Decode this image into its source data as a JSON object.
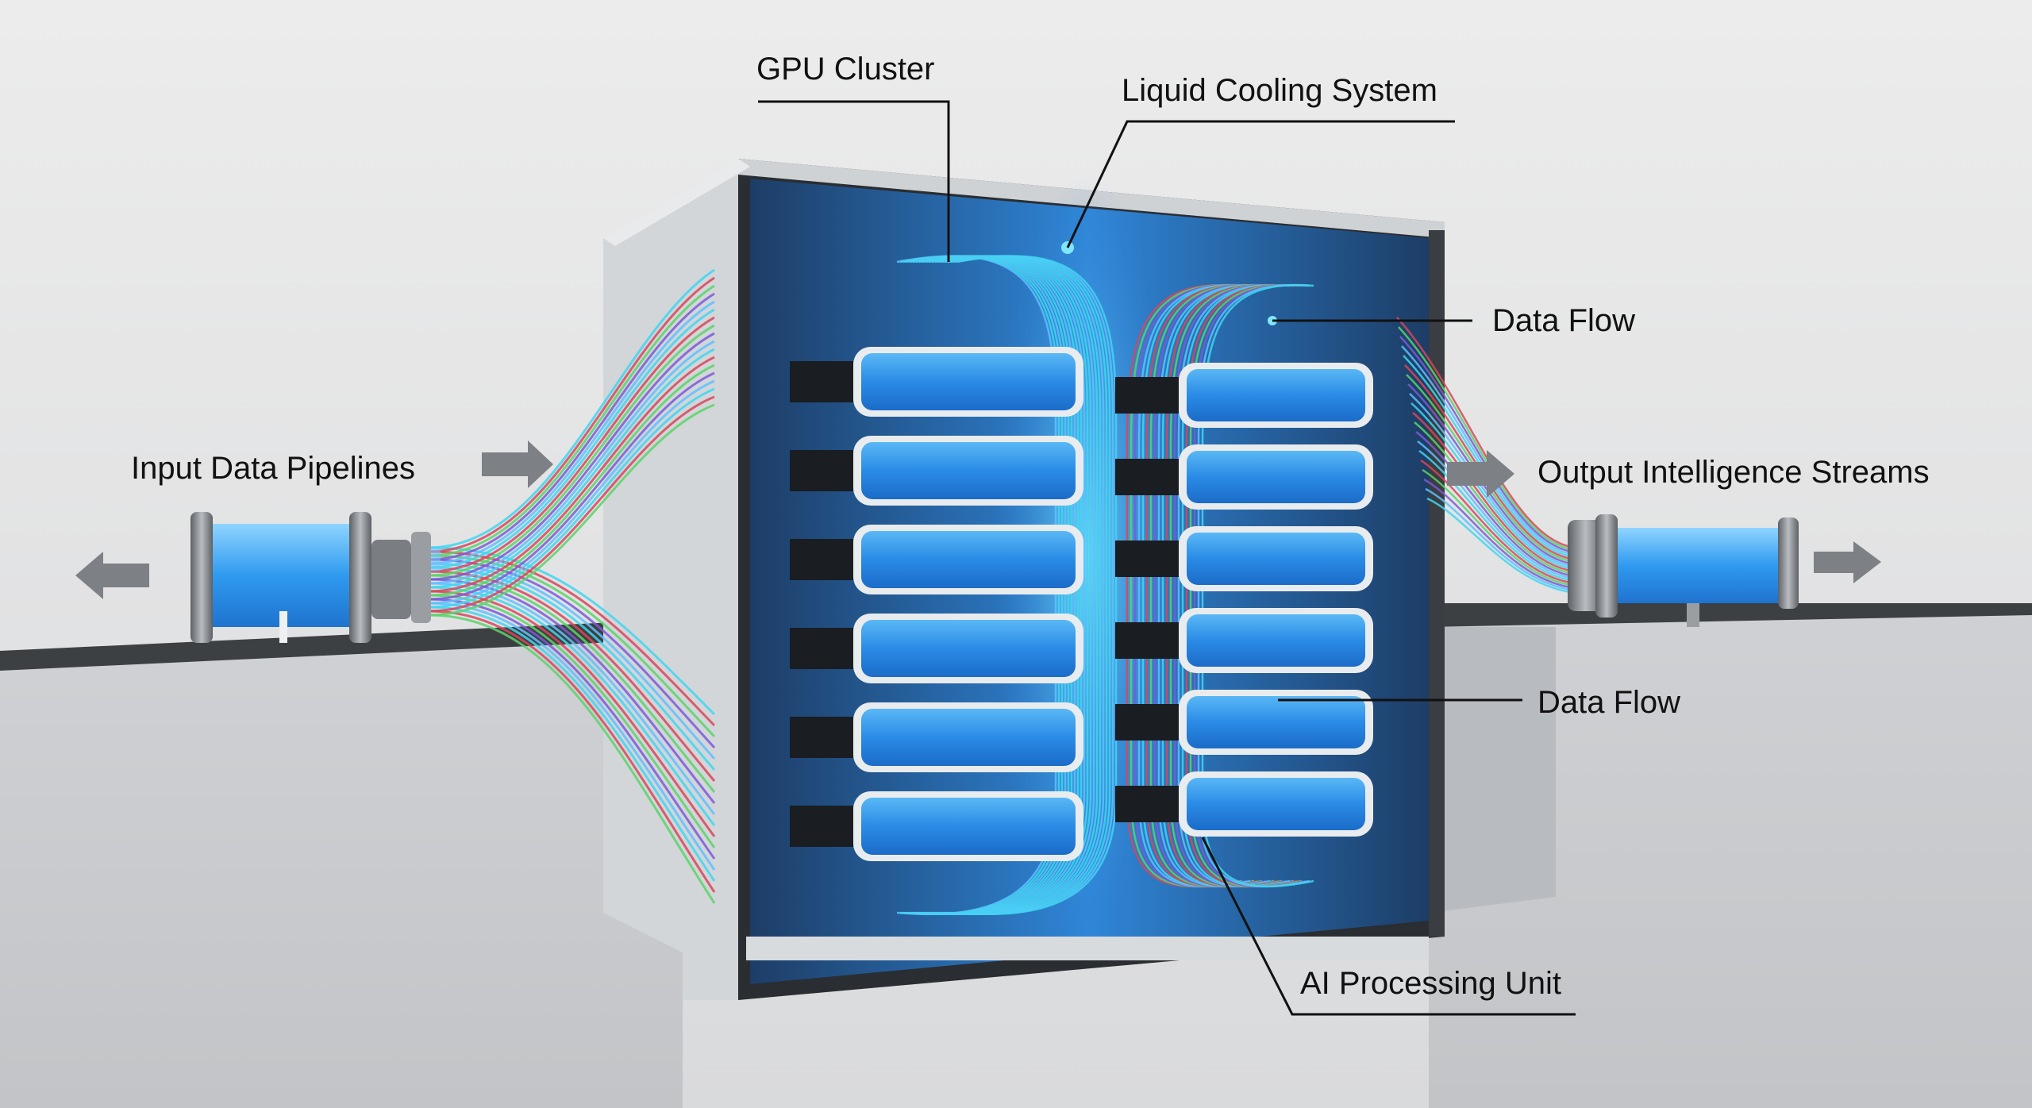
{
  "diagram": {
    "title": "AI Data Center GPU Cluster with Liquid Cooling",
    "labels": {
      "gpu_cluster": "GPU Cluster",
      "liquid_cooling": "Liquid Cooling System",
      "data_flow_top": "Data Flow",
      "input_pipelines": "Input Data Pipelines",
      "output_streams": "Output Intelligence Streams",
      "data_flow_bottom": "Data Flow",
      "ai_processing_unit": "AI Processing Unit"
    },
    "arrows": [
      {
        "name": "input-arrow-right",
        "direction": "right"
      },
      {
        "name": "input-arrow-left",
        "direction": "left"
      },
      {
        "name": "output-arrow-right-upper",
        "direction": "right"
      },
      {
        "name": "output-arrow-right-lower",
        "direction": "right"
      }
    ],
    "modules": {
      "left_column_count": 6,
      "right_column_count": 6
    },
    "colors": {
      "background": "#e4e5e6",
      "coolant_blue": "#2a8be6",
      "coolant_light": "#5fc0ff",
      "cable_cyan": "#3fd6f0",
      "cable_red": "#d8465a",
      "cable_green": "#5ad46a",
      "cable_purple": "#7a5ad8",
      "frame_gray": "#c9ccd0",
      "frame_dark": "#2a2d31",
      "arrow_gray": "#7d8084",
      "leader_line": "#111111"
    }
  }
}
